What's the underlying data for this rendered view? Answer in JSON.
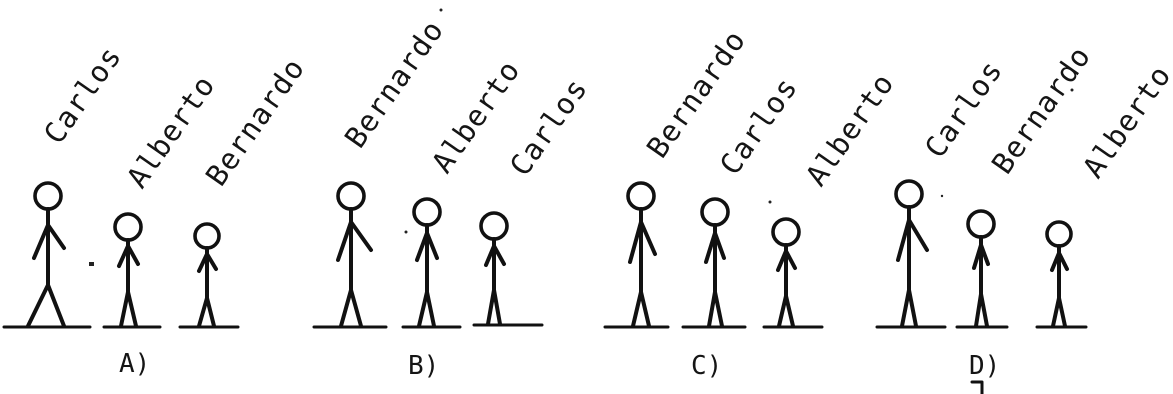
{
  "groups": [
    {
      "label": "A)",
      "figures": [
        {
          "name": "Carlos"
        },
        {
          "name": "Alberto"
        },
        {
          "name": "Bernardo"
        }
      ]
    },
    {
      "label": "B)",
      "figures": [
        {
          "name": "Bernardo"
        },
        {
          "name": "Alberto"
        },
        {
          "name": "Carlos"
        }
      ]
    },
    {
      "label": "C)",
      "figures": [
        {
          "name": "Bernardo"
        },
        {
          "name": "Carlos"
        },
        {
          "name": "Alberto"
        }
      ]
    },
    {
      "label": "D)",
      "figures": [
        {
          "name": "Carlos"
        },
        {
          "name": "Bernardo"
        },
        {
          "name": "Alberto"
        }
      ]
    }
  ]
}
